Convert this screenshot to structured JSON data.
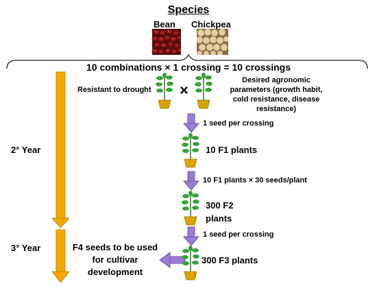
{
  "title": "Species",
  "species": [
    {
      "name": "Bean"
    },
    {
      "name": "Chickpea"
    }
  ],
  "combinations_text": "10 combinations × 1 crossing = 10 crossings",
  "parent_left_label": "Resistant to drought",
  "cross_symbol": "×",
  "parent_right_label": "Desired agronomic parameters (growth habit, cold resistance, disease resistance)",
  "steps": [
    {
      "arrow_label": "1 seed per crossing",
      "result": "10 F1 plants"
    },
    {
      "arrow_label": "10 F1 plants × 30 seeds/plant",
      "result_line1": "300 F2",
      "result_line2": "plants"
    },
    {
      "arrow_label": "1 seed per crossing",
      "result": "300 F3 plants"
    }
  ],
  "timeline": [
    {
      "label": "2° Year"
    },
    {
      "label": "3° Year"
    }
  ],
  "final_output": {
    "line1": "F4 seeds to be used",
    "line2": "for  cultivar",
    "line3": "development"
  },
  "colors": {
    "arrow_orange": "#f5a800",
    "arrow_purple": "#9b7bd4",
    "pot_yellow": "#d9a400",
    "leaf_green": "#3aa13a"
  }
}
